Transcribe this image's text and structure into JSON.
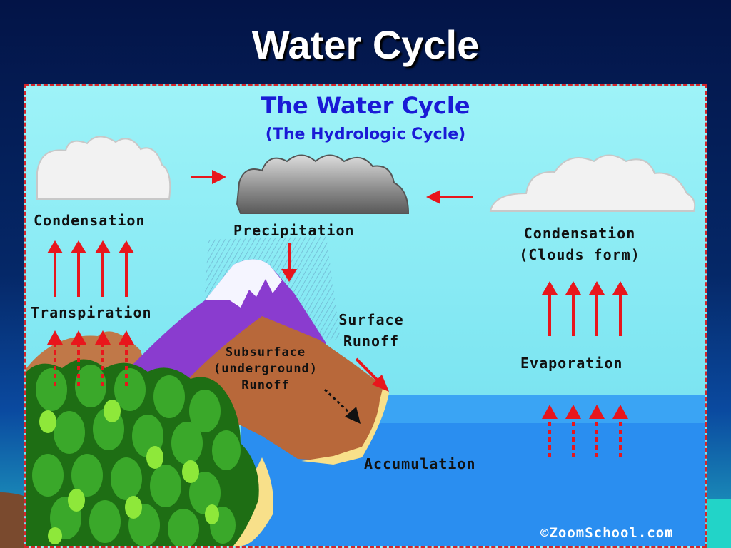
{
  "slide": {
    "title": "Water Cycle"
  },
  "diagram": {
    "title": "The Water Cycle",
    "subtitle": "(The Hydrologic Cycle)",
    "labels": {
      "condensation_left": "Condensation",
      "transpiration": "Transpiration",
      "precipitation": "Precipitation",
      "condensation_right_line1": "Condensation",
      "condensation_right_line2": "(Clouds form)",
      "surface_runoff_line1": "Surface",
      "surface_runoff_line2": "Runoff",
      "subsurface_line1": "Subsurface",
      "subsurface_line2": "(underground)",
      "subsurface_line3": "Runoff",
      "evaporation": "Evaporation",
      "accumulation": "Accumulation"
    },
    "credit": "©ZoomSchool.com"
  },
  "colors": {
    "title_blue": "#1a1ad6",
    "arrow_red": "#e8161c",
    "border_red": "#d4262a",
    "sky": "#9ef3f8",
    "ocean": "#2a8ef0",
    "mountain_purple": "#8a3ccf",
    "earth_brown": "#b8683a",
    "sand": "#f8e08a",
    "forest_green": "#2e9a1e"
  }
}
